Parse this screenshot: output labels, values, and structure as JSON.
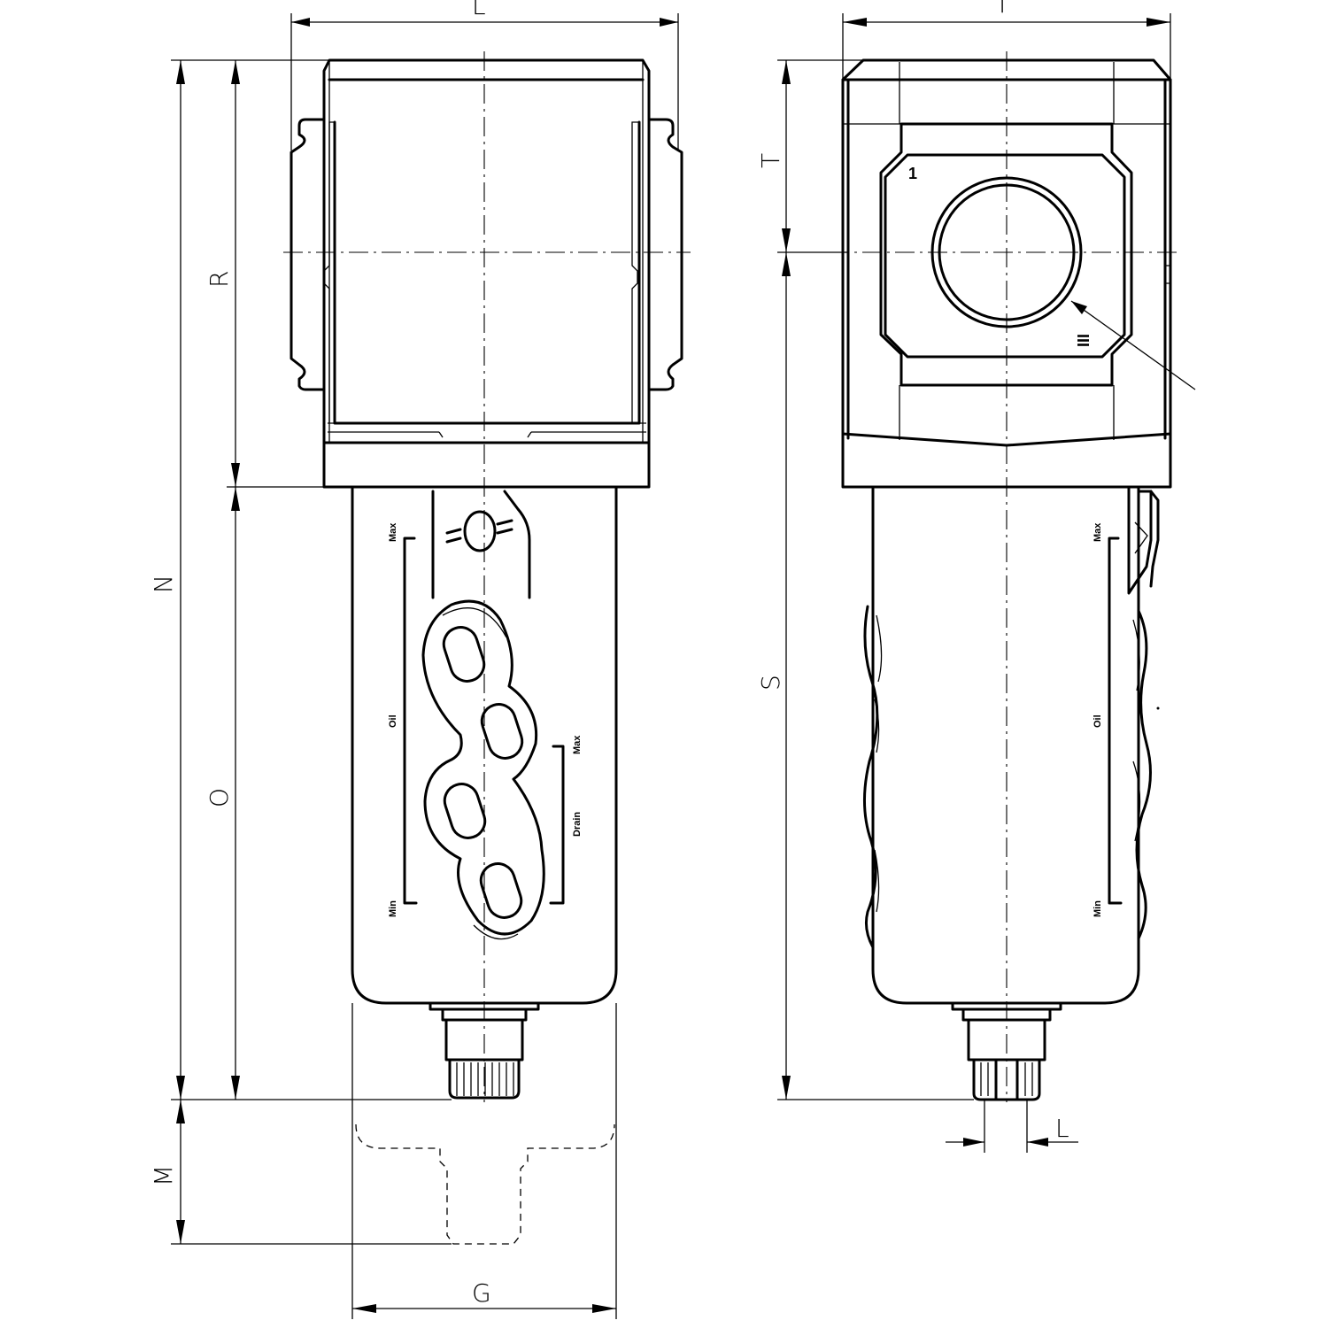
{
  "dimensions": {
    "L_top": "L",
    "I": "I",
    "R": "R",
    "N": "N",
    "O": "O",
    "M": "M",
    "G": "G",
    "T": "T",
    "S": "S",
    "L_drain": "L"
  },
  "bowl_labels": {
    "max_left": "Max",
    "oil_left": "Oil",
    "min_left": "Min",
    "drain_max": "Max",
    "drain": "Drain",
    "max_right": "Max",
    "oil_right": "Oil",
    "min_right": "Min"
  },
  "ports": {
    "inlet": "1",
    "outlet": "III"
  }
}
